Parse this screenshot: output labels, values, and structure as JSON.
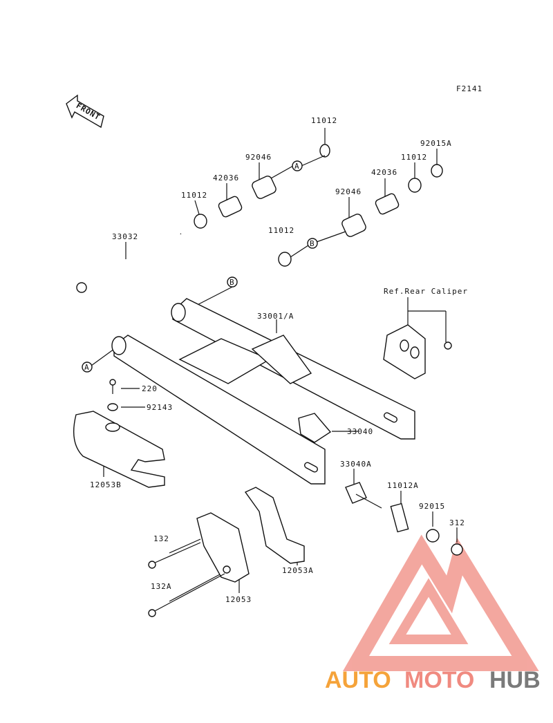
{
  "diagram_code": "F2141",
  "front_marker": "FRONT",
  "refs": {
    "a": "A",
    "b": "B"
  },
  "labels": {
    "bushing_top": "11012",
    "sleeve_a": "92046",
    "collar_a": "42036",
    "bushing_left": "11012",
    "nut_top": "92015A",
    "bushing_right": "11012",
    "collar_b": "42036",
    "sleeve_b": "92046",
    "bushing_b": "11012",
    "pivot_shaft": "33032",
    "ref_caliper": "Ref.Rear Caliper",
    "swingarm": "33001/A",
    "bolt_220": "220",
    "washer": "92143",
    "chain_slipper": "12053B",
    "adjuster": "33040",
    "adjuster_a": "33040A",
    "block": "11012A",
    "nut": "92015",
    "nut_312": "312",
    "bolt_132": "132",
    "bolt_132a": "132A",
    "guide": "12053",
    "guide_a": "12053A"
  },
  "watermark": {
    "part1": "AUTO",
    "part2": "MOTO",
    "part3": "HUB",
    "colors": {
      "auto": "#f5a33a",
      "moto": "#f08a80",
      "hub": "#7a7a7a"
    }
  }
}
